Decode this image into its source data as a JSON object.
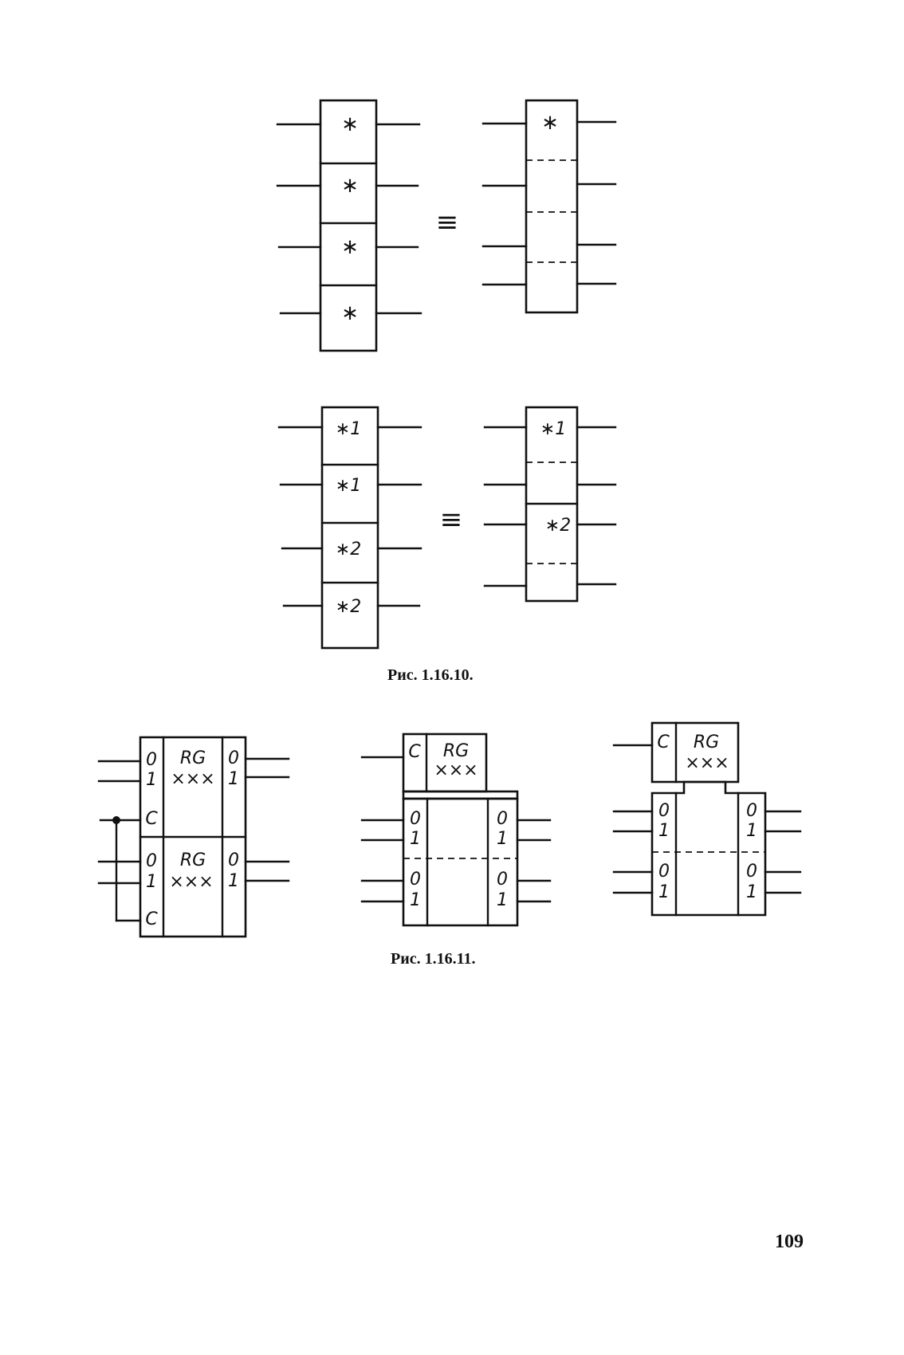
{
  "figure_1": {
    "caption": "Рис. 1.16.10.",
    "equivalence_symbol": "≡",
    "top_row": {
      "left_cells": [
        "∗",
        "∗",
        "∗",
        "∗"
      ],
      "right_label": "∗"
    },
    "bottom_row": {
      "left_cells": [
        "∗1",
        "∗1",
        "∗2",
        "∗2"
      ],
      "right_labels": [
        "∗1",
        "∗2"
      ]
    }
  },
  "figure_2": {
    "caption": "Рис. 1.16.11.",
    "block_a": {
      "upper": {
        "inputs": [
          "0",
          "1",
          "C"
        ],
        "title": "RG",
        "subtitle": "×××",
        "outputs": [
          "0",
          "1"
        ]
      },
      "lower": {
        "inputs": [
          "0",
          "1",
          "C"
        ],
        "title": "RG",
        "subtitle": "×××",
        "outputs": [
          "0",
          "1"
        ]
      }
    },
    "block_b": {
      "control": {
        "input": "C",
        "title": "RG",
        "subtitle": "×××"
      },
      "inputs": [
        "0",
        "1",
        "0",
        "1"
      ],
      "outputs": [
        "0",
        "1",
        "0",
        "1"
      ]
    },
    "block_c": {
      "control": {
        "input": "C",
        "title": "RG",
        "subtitle": "×××"
      },
      "inputs": [
        "0",
        "1",
        "0",
        "1"
      ],
      "outputs": [
        "0",
        "1",
        "0",
        "1"
      ]
    }
  },
  "page_number": "109"
}
